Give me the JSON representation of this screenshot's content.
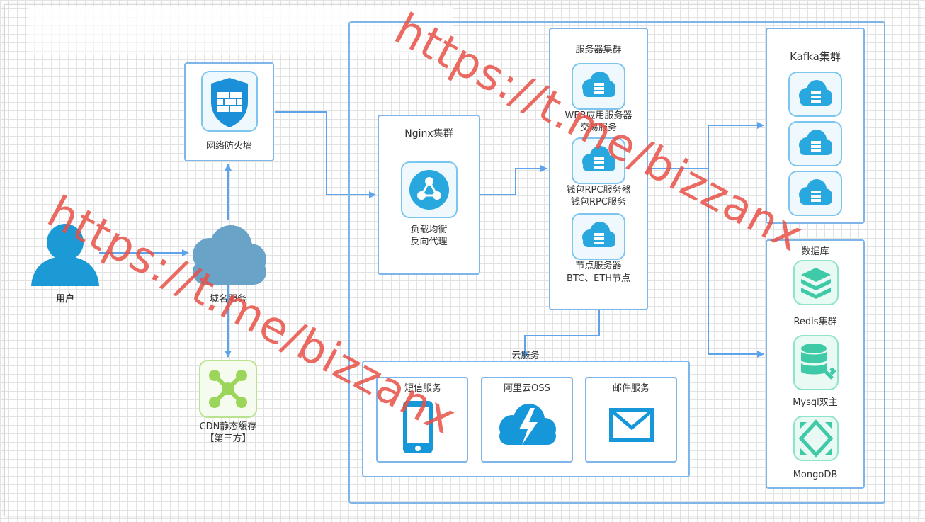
{
  "user": {
    "label": "用户"
  },
  "firewall": {
    "label": "网络防火墙"
  },
  "dns": {
    "label": "域名服务"
  },
  "cdn": {
    "label_line1": "CDN静态缓存",
    "label_line2": "【第三方】"
  },
  "nginx": {
    "title": "Nginx集群",
    "label_line1": "负载均衡",
    "label_line2": "反向代理"
  },
  "servers": {
    "title": "服务器集群",
    "items": [
      {
        "line1": "WEB应用服务器",
        "line2": "交易服务"
      },
      {
        "line1": "钱包RPC服务器",
        "line2": "钱包RPC服务"
      },
      {
        "line1": "节点服务器",
        "line2": "BTC、ETH节点"
      }
    ]
  },
  "kafka": {
    "title": "Kafka集群"
  },
  "database": {
    "title": "数据库",
    "items": [
      {
        "label": "Redis集群"
      },
      {
        "label": "Mysql双主"
      },
      {
        "label": "MongoDB"
      }
    ]
  },
  "cloud": {
    "title": "云服务",
    "items": [
      {
        "label": "短信服务"
      },
      {
        "label": "阿里云OSS"
      },
      {
        "label": "邮件服务"
      }
    ]
  },
  "watermark": {
    "text": "https://t.me/bizzanx"
  },
  "colors": {
    "border": "#7fb6ea",
    "arrow": "#5da4ec",
    "icon_blue": "#29a8e0",
    "icon_green": "#3ec9a7",
    "cdn_green": "#9bd65a",
    "dns_cloud": "#6aa3c8",
    "watermark": "#e85046"
  }
}
